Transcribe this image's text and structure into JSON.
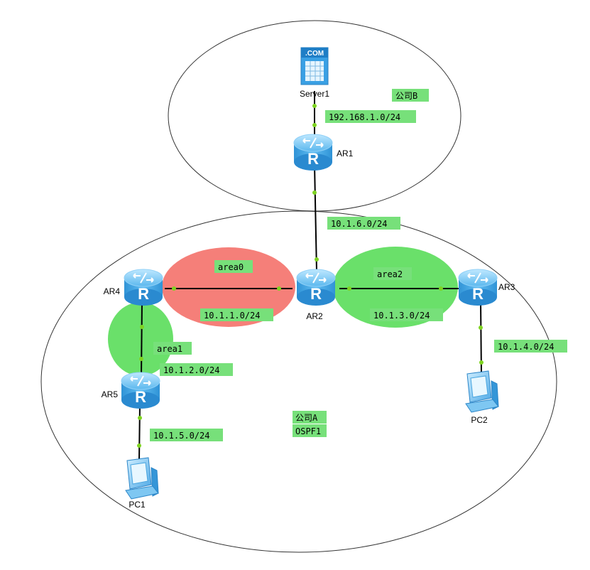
{
  "zones": {
    "company_b": "公司B",
    "company_a": "公司A",
    "company_a_protocol": "OSPF1"
  },
  "areas": {
    "area0": "area0",
    "area1": "area1",
    "area2": "area2"
  },
  "devices": {
    "server1": "Server1",
    "server1_badge": ".COM",
    "ar1": "AR1",
    "ar2": "AR2",
    "ar3": "AR3",
    "ar4": "AR4",
    "ar5": "AR5",
    "pc1": "PC1",
    "pc2": "PC2",
    "router_glyph": "R"
  },
  "networks": {
    "net_server": "192.168.1.0/24",
    "net_ar1_ar2": "10.1.6.0/24",
    "net_ar4_ar2": "10.1.1.0/24",
    "net_ar2_ar3": "10.1.3.0/24",
    "net_ar4_ar5": "10.1.2.0/24",
    "net_ar3_pc2": "10.1.4.0/24",
    "net_ar5_pc1": "10.1.5.0/24"
  },
  "colors": {
    "area0_fill": "#f57f79",
    "area_green_fill": "#6ae06a",
    "label_bg": "#77e07a",
    "link_dot": "#7ed321",
    "router_body": "#3ea7e8"
  }
}
